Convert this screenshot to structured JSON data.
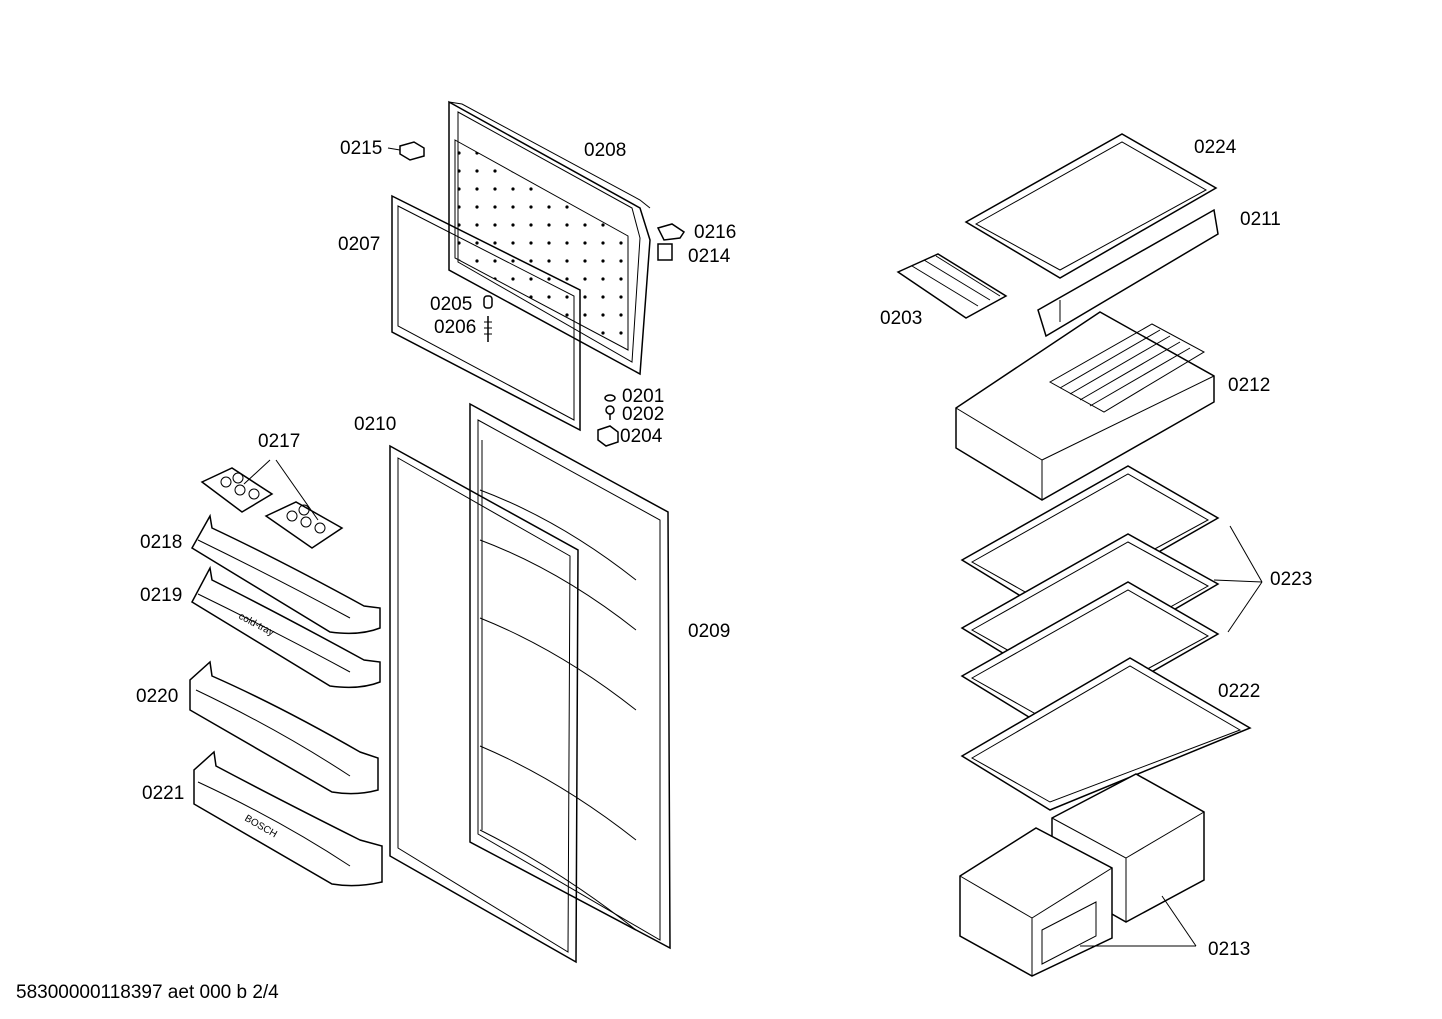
{
  "drawing": {
    "footer": "58300000118397 aet 000 b 2/4",
    "brand_mark": "BOSCH",
    "tray_mark": "cold-tray",
    "labels": {
      "p0215": "0215",
      "p0208": "0208",
      "p0207": "0207",
      "p0216": "0216",
      "p0214": "0214",
      "p0205": "0205",
      "p0206": "0206",
      "p0201": "0201",
      "p0202": "0202",
      "p0204": "0204",
      "p0210": "0210",
      "p0217": "0217",
      "p0218": "0218",
      "p0219": "0219",
      "p0220": "0220",
      "p0221": "0221",
      "p0209": "0209",
      "p0224": "0224",
      "p0211": "0211",
      "p0203": "0203",
      "p0212": "0212",
      "p0223": "0223",
      "p0222": "0222",
      "p0213": "0213"
    }
  }
}
